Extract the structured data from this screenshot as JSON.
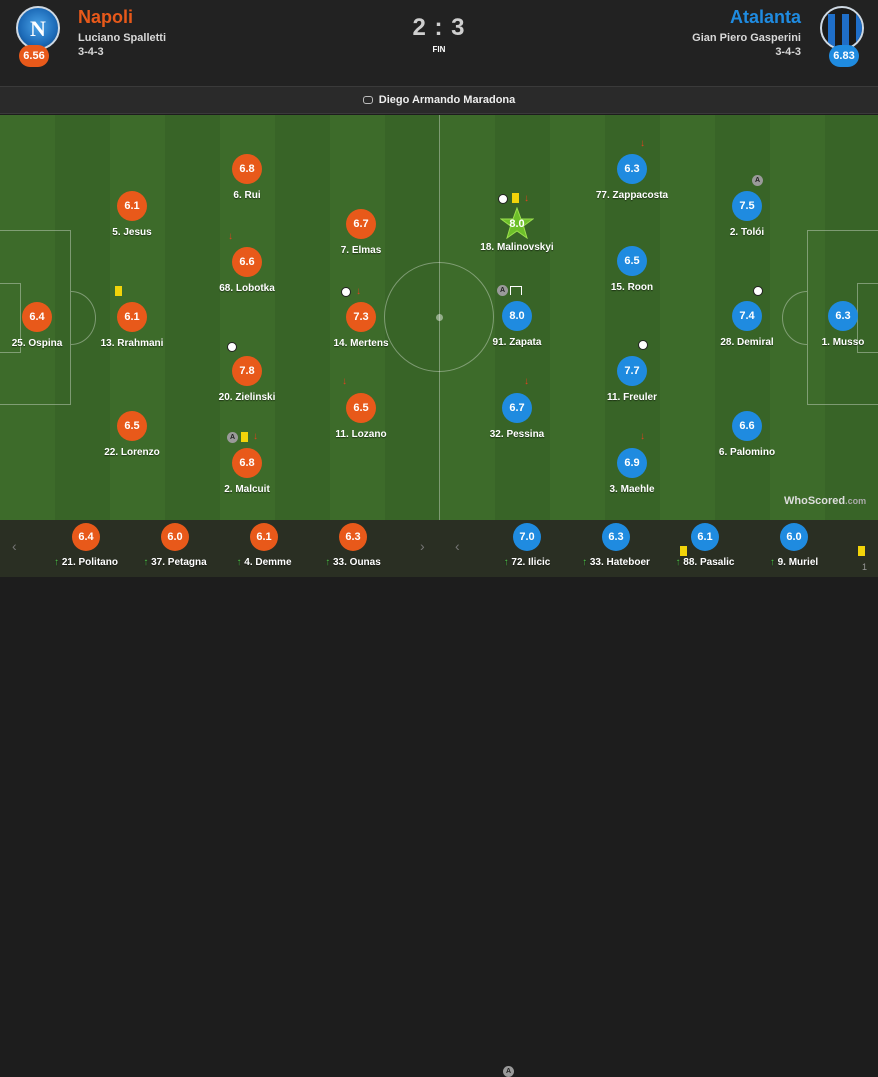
{
  "home": {
    "name": "Napoli",
    "manager": "Luciano Spalletti",
    "formation": "3-4-3",
    "rating": "6.56",
    "crest_letter": "N"
  },
  "away": {
    "name": "Atalanta",
    "manager": "Gian Piero Gasperini",
    "formation": "3-4-3",
    "rating": "6.83"
  },
  "score": "2 : 3",
  "status": "FIN",
  "venue": "Diego Armando Maradona",
  "colors": {
    "home": "#e8591a",
    "away": "#1f8be0",
    "motm": "#6dbf2a",
    "yellow_card": "#f2d40a"
  },
  "home_players": [
    {
      "num": "25",
      "name": "Ospina",
      "rating": "6.4"
    },
    {
      "num": "5",
      "name": "Jesus",
      "rating": "6.1"
    },
    {
      "num": "13",
      "name": "Rrahmani",
      "rating": "6.1"
    },
    {
      "num": "22",
      "name": "Lorenzo",
      "rating": "6.5"
    },
    {
      "num": "6",
      "name": "Rui",
      "rating": "6.8"
    },
    {
      "num": "68",
      "name": "Lobotka",
      "rating": "6.6"
    },
    {
      "num": "20",
      "name": "Zielinski",
      "rating": "7.8"
    },
    {
      "num": "2",
      "name": "Malcuit",
      "rating": "6.8"
    },
    {
      "num": "7",
      "name": "Elmas",
      "rating": "6.7"
    },
    {
      "num": "14",
      "name": "Mertens",
      "rating": "7.3"
    },
    {
      "num": "11",
      "name": "Lozano",
      "rating": "6.5"
    }
  ],
  "away_players": [
    {
      "num": "18",
      "name": "Malinovskyi",
      "rating": "8.0"
    },
    {
      "num": "91",
      "name": "Zapata",
      "rating": "8.0"
    },
    {
      "num": "32",
      "name": "Pessina",
      "rating": "6.7"
    },
    {
      "num": "77",
      "name": "Zappacosta",
      "rating": "6.3"
    },
    {
      "num": "15",
      "name": "Roon",
      "rating": "6.5"
    },
    {
      "num": "11",
      "name": "Freuler",
      "rating": "7.7"
    },
    {
      "num": "3",
      "name": "Maehle",
      "rating": "6.9"
    },
    {
      "num": "2",
      "name": "Tolói",
      "rating": "7.5"
    },
    {
      "num": "28",
      "name": "Demiral",
      "rating": "7.4"
    },
    {
      "num": "6",
      "name": "Palomino",
      "rating": "6.6"
    },
    {
      "num": "1",
      "name": "Musso",
      "rating": "6.3"
    }
  ],
  "home_subs": [
    {
      "num": "21",
      "name": "Politano",
      "rating": "6.4"
    },
    {
      "num": "37",
      "name": "Petagna",
      "rating": "6.0"
    },
    {
      "num": "4",
      "name": "Demme",
      "rating": "6.1"
    },
    {
      "num": "33",
      "name": "Ounas",
      "rating": "6.3"
    }
  ],
  "away_subs": [
    {
      "num": "72",
      "name": "Ilicic",
      "rating": "7.0"
    },
    {
      "num": "33",
      "name": "Hateboer",
      "rating": "6.3"
    },
    {
      "num": "88",
      "name": "Pasalic",
      "rating": "6.1"
    },
    {
      "num": "9",
      "name": "Muriel",
      "rating": "6.0"
    }
  ],
  "extra_bench_rating": "1",
  "event_icons": {
    "assist_letter": "A",
    "chevron_left": "‹",
    "chevron_right": "›",
    "arrow_down": "↓",
    "arrow_up": "↑"
  },
  "logo": {
    "text": "WhoScored",
    "suffix": ".com"
  }
}
